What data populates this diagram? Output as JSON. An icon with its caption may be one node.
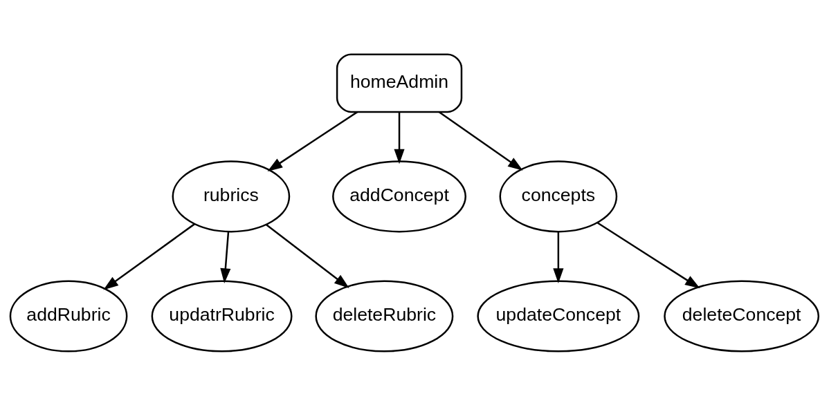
{
  "diagram": {
    "nodes": [
      {
        "text": [
          "homeAdmin"
        ]
      },
      {
        "text": [
          "rubrics"
        ]
      },
      {
        "text": [
          "addConcept"
        ]
      },
      {
        "text": [
          "concepts"
        ]
      },
      {
        "text": [
          "addRubric"
        ]
      },
      {
        "text": [
          "updatrRubric"
        ]
      },
      {
        "text": [
          "deleteRubric"
        ]
      },
      {
        "text": [
          "updateConcept"
        ]
      },
      {
        "text": [
          "deleteConcept"
        ]
      }
    ],
    "edges": [
      {
        "from": 0,
        "to": 1,
        "arrow": "to"
      },
      {
        "from": 0,
        "to": 2,
        "arrow": "to"
      },
      {
        "from": 0,
        "to": 3,
        "arrow": "to"
      },
      {
        "from": 1,
        "to": 4,
        "arrow": "to"
      },
      {
        "from": 1,
        "to": 5,
        "arrow": "to"
      },
      {
        "from": 1,
        "to": 6,
        "arrow": "to"
      },
      {
        "from": 3,
        "to": 7,
        "arrow": "to"
      },
      {
        "from": 3,
        "to": 8,
        "arrow": "to"
      }
    ]
  }
}
